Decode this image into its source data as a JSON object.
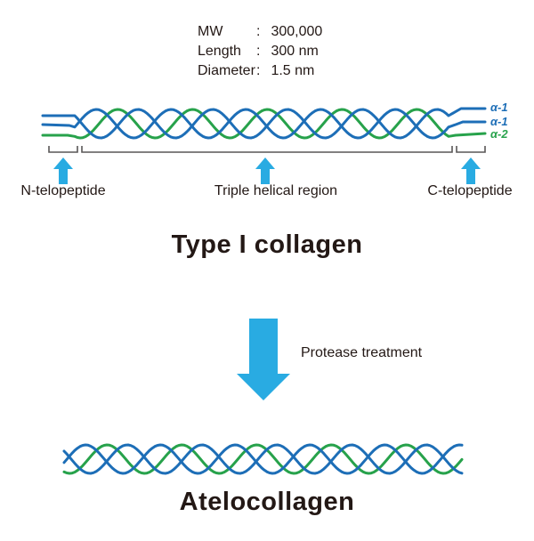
{
  "specs": {
    "rows": [
      {
        "label": "MW",
        "colon": ":",
        "value": "300,000"
      },
      {
        "label": "Length",
        "colon": ":",
        "value": "300 nm"
      },
      {
        "label": "Diameter",
        "colon": ":",
        "value": "1.5 nm"
      }
    ]
  },
  "type_i_collagen": {
    "title": "Type I collagen",
    "chain_labels": [
      {
        "text": "α-1"
      },
      {
        "text": "α-1"
      },
      {
        "text": "α-2"
      }
    ],
    "regions": [
      {
        "label": "N-telopeptide"
      },
      {
        "label": "Triple helical region"
      },
      {
        "label": "C-telopeptide"
      }
    ]
  },
  "process": {
    "label": "Protease treatment"
  },
  "atelocollagen": {
    "title": "Atelocollagen"
  },
  "colors": {
    "strand_blue": "#1d6eb7",
    "strand_green": "#27a24b",
    "arrow_cyan": "#29abe2",
    "bracket_gray": "#595757",
    "text_dark": "#231815"
  }
}
